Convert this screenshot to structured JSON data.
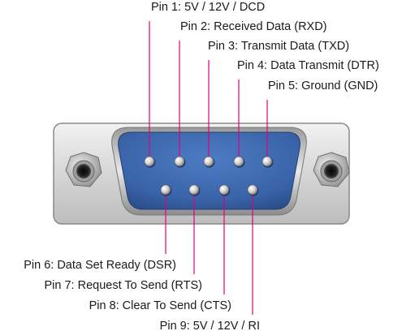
{
  "pins": [
    {
      "number": 1,
      "label": "Pin 1: 5V / 12V / DCD",
      "row": "top"
    },
    {
      "number": 2,
      "label": "Pin 2: Received Data (RXD)",
      "row": "top"
    },
    {
      "number": 3,
      "label": "Pin 3: Transmit Data (TXD)",
      "row": "top"
    },
    {
      "number": 4,
      "label": "Pin 4: Data Transmit (DTR)",
      "row": "top"
    },
    {
      "number": 5,
      "label": "Pin 5: Ground (GND)",
      "row": "top"
    },
    {
      "number": 6,
      "label": "Pin 6: Data Set Ready (DSR)",
      "row": "bottom"
    },
    {
      "number": 7,
      "label": "Pin 7: Request To Send (RTS)",
      "row": "bottom"
    },
    {
      "number": 8,
      "label": "Pin 8: Clear To Send (CTS)",
      "row": "bottom"
    },
    {
      "number": 9,
      "label": "Pin 9: 5V / 12V / RI",
      "row": "bottom"
    }
  ],
  "colors": {
    "leader": "#e2007a",
    "connector_blue": "#3a63a8",
    "shell": "#d9d9d9",
    "text": "#1a1a1a"
  },
  "icons": {
    "pin": "pin-socket-icon",
    "screw": "hex-screw-icon"
  }
}
